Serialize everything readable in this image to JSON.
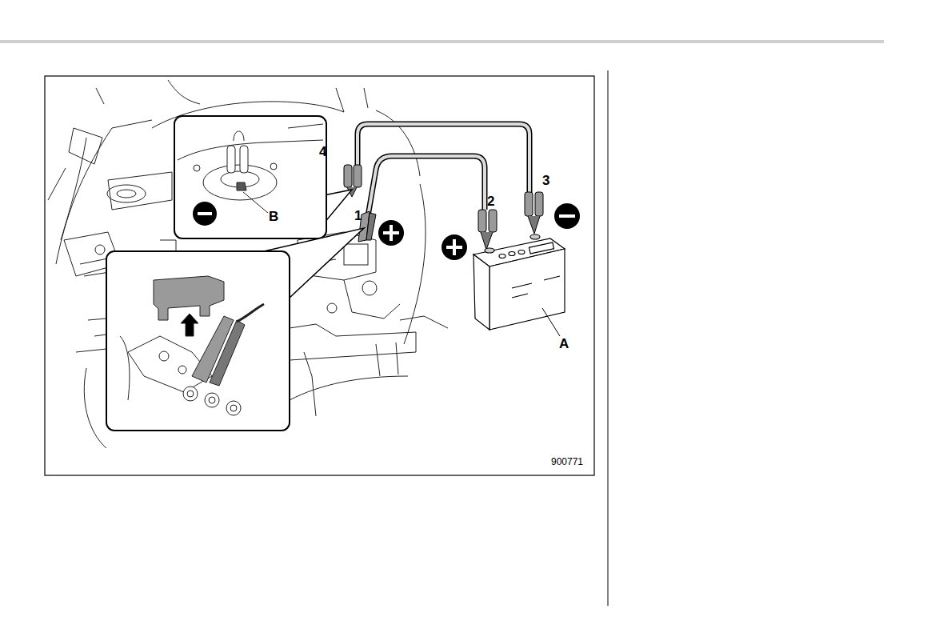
{
  "diagram": {
    "labels": [
      "4",
      "3",
      "2",
      "1",
      "B",
      "A",
      "900771"
    ]
  }
}
